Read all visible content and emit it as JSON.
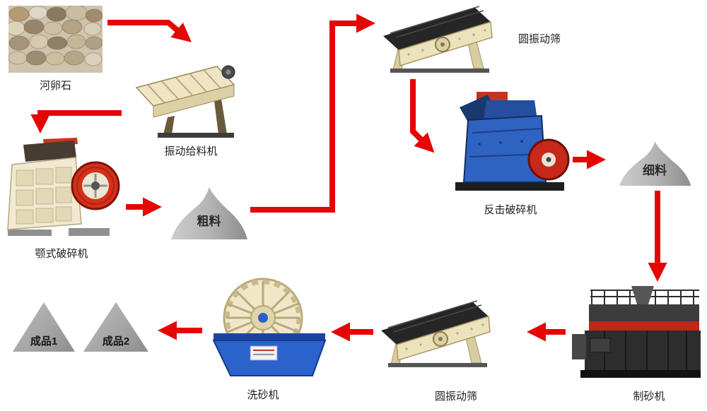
{
  "diagram": {
    "type": "process-flow",
    "subject": "pebble sand production line",
    "background": "#ffffff"
  },
  "colors": {
    "arrow": "#e60505",
    "material_pile_gray": "#aeaeae",
    "machine_cream": "#efe5c4",
    "machine_blue": "#2b62cc",
    "machine_dark": "#2d2d2d",
    "flywheel_red": "#d63018"
  },
  "nodes": {
    "pebbles": {
      "label": "河卵石"
    },
    "feeder": {
      "label": "振动给料机"
    },
    "jaw_crusher": {
      "label": "颚式破碎机"
    },
    "coarse_pile": {
      "label": "粗料"
    },
    "screen_top": {
      "label": "圆振动筛"
    },
    "impact_crusher": {
      "label": "反击破碎机"
    },
    "fine_pile": {
      "label": "细料"
    },
    "sand_maker": {
      "label": "制砂机"
    },
    "screen_bottom": {
      "label": "圆振动筛"
    },
    "sand_washer": {
      "label": "洗砂机"
    },
    "product1": {
      "label": "成品1"
    },
    "product2": {
      "label": "成品2"
    }
  },
  "edges": [
    {
      "from": "pebbles",
      "to": "feeder"
    },
    {
      "from": "feeder",
      "to": "jaw_crusher"
    },
    {
      "from": "jaw_crusher",
      "to": "coarse_pile"
    },
    {
      "from": "coarse_pile",
      "to": "screen_top"
    },
    {
      "from": "screen_top",
      "to": "impact_crusher"
    },
    {
      "from": "impact_crusher",
      "to": "fine_pile"
    },
    {
      "from": "fine_pile",
      "to": "sand_maker"
    },
    {
      "from": "sand_maker",
      "to": "screen_bottom"
    },
    {
      "from": "screen_bottom",
      "to": "sand_washer"
    },
    {
      "from": "sand_washer",
      "to": "products"
    }
  ]
}
